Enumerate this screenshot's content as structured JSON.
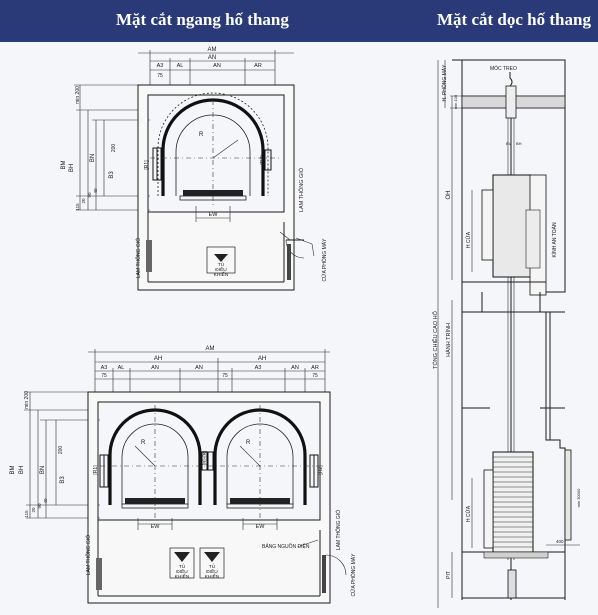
{
  "header": {
    "left_title": "Mặt cắt ngang hố thang",
    "right_title": "Mặt cắt dọc hố thang"
  },
  "plan_single": {
    "dims_top": [
      "AM",
      "AN",
      "A3",
      "AL",
      "AN",
      "AR",
      "75"
    ],
    "dims_left": [
      "min 200",
      "BM",
      "BH",
      "BN",
      "B3",
      "200",
      "115",
      "20",
      "90",
      "40"
    ],
    "radius": "R",
    "r1": "[R1]",
    "r2": "[R2]",
    "ew": "EW",
    "cabinet_line1": "TỦ",
    "cabinet_line2": "ĐIỀU",
    "cabinet_line3": "KHIỂN",
    "vent_right": "LAM THÔNG GIÓ",
    "vent_left": "LAM THÔNG GIÓ",
    "machine_door": "CỬA PHÒNG MÁY"
  },
  "plan_double": {
    "dims_top": [
      "AM",
      "AH",
      "AH",
      "A3",
      "AL",
      "AN",
      "AN",
      "A3",
      "AN",
      "AR",
      "75",
      "75",
      "75"
    ],
    "dims_left": [
      "min 200",
      "BM",
      "BH",
      "BN",
      "B3",
      "200",
      "115",
      "20",
      "90",
      "40"
    ],
    "radius": "R",
    "r1": "[R1]",
    "r2": "[R2]",
    "r_mid": "[R]+[R]",
    "ew": "EW",
    "cabinet_line1": "TỦ",
    "cabinet_line2": "ĐIỀU",
    "cabinet_line3": "KHIỂN",
    "power_panel": "BẢNG NGUỒN ĐIỆN",
    "vent_left": "LAM THÔNG GIÓ",
    "vent_right": "LAM THÔNG GIÓ",
    "machine_door": "CỬA PHÒNG MÁY"
  },
  "section": {
    "hook": "MÓC TREO",
    "machine_room_height": "H. PHÒNG MÁY",
    "min_100": "min 100",
    "oh": "OH",
    "door_height_top": "H CỬA",
    "safety_window": "KÍNH AN TOÀN",
    "total_height": "TỔNG CHIỀU CAO HỐ",
    "travel": "HÀNH TRÌNH",
    "door_height_bottom": "H CỬA",
    "pit": "PIT",
    "min_30000": "min 30000",
    "dim_400": "400",
    "bv": "BV",
    "bh": "BH"
  }
}
